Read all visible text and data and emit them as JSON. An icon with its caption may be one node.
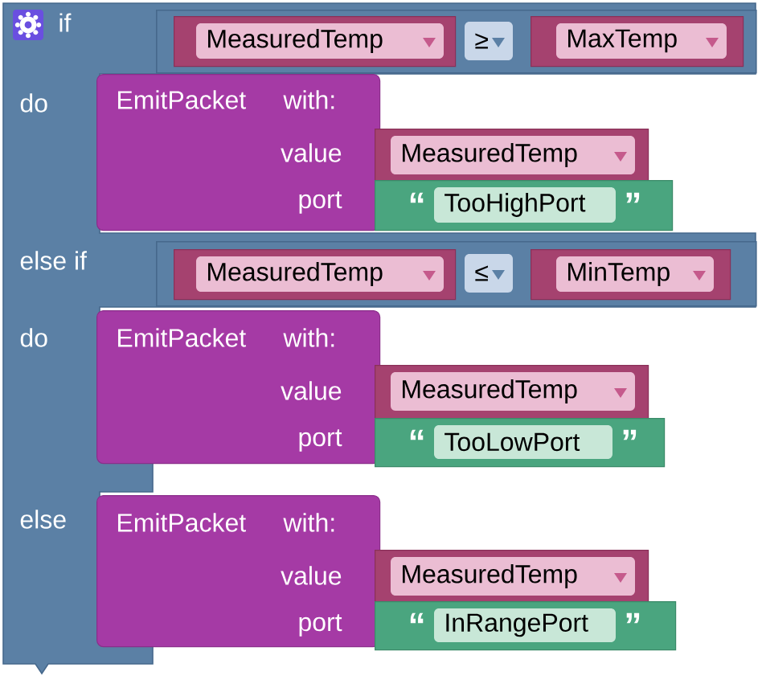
{
  "diagram": {
    "nodes": [
      {
        "text": [
          "if",
          "do",
          "else if",
          "do",
          "else"
        ]
      },
      {
        "text": [
          "≥"
        ],
        "in": 0
      },
      {
        "text": [
          "MeasuredTemp"
        ],
        "in": 1
      },
      {
        "text": [
          "MaxTemp"
        ],
        "in": 1
      },
      {
        "text": [
          "EmitPacket",
          "with:",
          "value",
          "port"
        ],
        "in": 0
      },
      {
        "text": [
          "MeasuredTemp"
        ]
      },
      {
        "text": [
          "“",
          "TooHighPort",
          "”"
        ]
      },
      {
        "text": [
          "≤"
        ],
        "in": 0
      },
      {
        "text": [
          "MeasuredTemp"
        ],
        "in": 7
      },
      {
        "text": [
          "MinTemp"
        ],
        "in": 7
      },
      {
        "text": [
          "EmitPacket",
          "with:",
          "value",
          "port"
        ],
        "in": 0
      },
      {
        "text": [
          "MeasuredTemp"
        ]
      },
      {
        "text": [
          "“",
          "TooLowPort",
          "”"
        ]
      },
      {
        "text": [
          "EmitPacket",
          "with:",
          "value",
          "port"
        ],
        "in": 0
      },
      {
        "text": [
          "MeasuredTemp"
        ]
      },
      {
        "text": [
          "“",
          "InRangePort",
          "”"
        ]
      }
    ]
  }
}
